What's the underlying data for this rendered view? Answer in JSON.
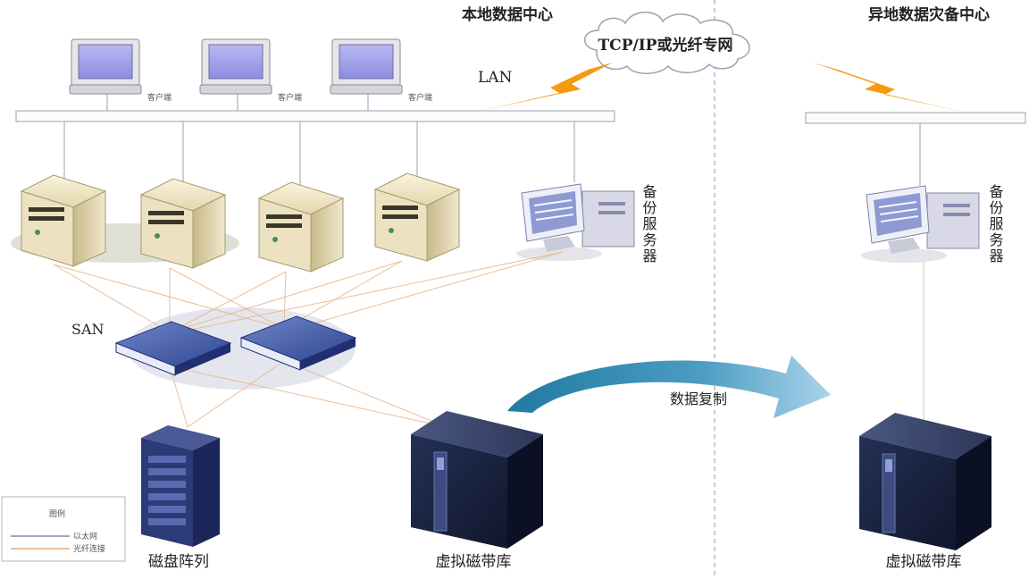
{
  "header": {
    "local_title": "本地数据中心",
    "remote_title": "异地数据灾备中心"
  },
  "network": {
    "cloud_label": "TCP/IP或光纤专网",
    "lan_label": "LAN",
    "san_label": "SAN",
    "replication_label": "数据复制"
  },
  "clients": [
    "客户端",
    "客户端",
    "客户端"
  ],
  "local_backup_server": {
    "label": "备份服务器"
  },
  "remote_backup_server": {
    "label": "备份服务器"
  },
  "storage": {
    "disk_array": "磁盘阵列",
    "local_vtl": "虚拟磁带库",
    "remote_vtl": "虚拟磁带库"
  },
  "legend": {
    "title": "图例",
    "items": [
      {
        "label": "以太网",
        "color": "#7a88b8"
      },
      {
        "label": "光纤连接",
        "color": "#e8a878"
      }
    ]
  },
  "colors": {
    "fiber": "#e8b88e",
    "ethernet": "#9aa0b5",
    "lightning": "#f59a10",
    "replication_arrow": "#1a6e96"
  }
}
